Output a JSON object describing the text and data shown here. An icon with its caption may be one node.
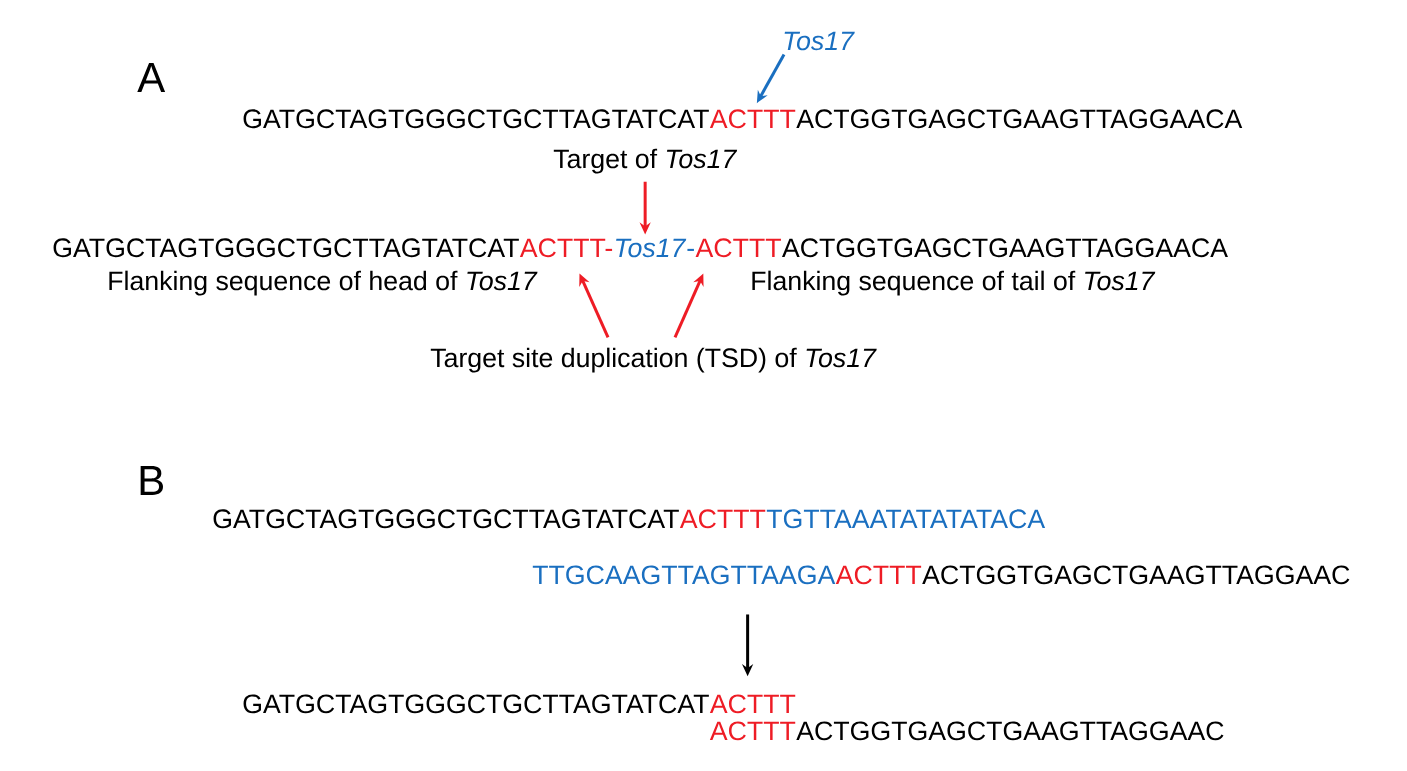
{
  "diagram": {
    "nodes": [
      {
        "text": [
          "Tos17"
        ]
      },
      {
        "text": [
          "GATGCTAGTGGGCTGCTTAGTATCAT"
        ]
      },
      {
        "text": [
          "ACTTT"
        ]
      },
      {
        "text": [
          "ACTGGTGAGCTGAAGTTAGGAACA"
        ]
      },
      {
        "text": [
          "Target of *Tos17*"
        ]
      },
      {
        "text": [
          "GATGCTAGTGGGCTGCTTAGTATCAT"
        ]
      },
      {
        "text": [
          "ACTTT-"
        ]
      },
      {
        "text": [
          "*Tos17*-"
        ]
      },
      {
        "text": [
          "ACTTT"
        ]
      },
      {
        "text": [
          "ACTGGTGAGCTGAAGTTAGGAACA"
        ]
      },
      {
        "text": [
          "Flanking sequence of head of *Tos17*"
        ]
      },
      {
        "text": [
          "Flanking sequence of tail of *Tos17*"
        ]
      },
      {
        "text": [
          "Target site duplication (TSD) of *Tos17*"
        ]
      },
      {
        "text": [
          "GATGCTAGTGGGCTGCTTAGTATCAT"
        ]
      },
      {
        "text": [
          "ACTTT"
        ]
      },
      {
        "text": [
          "TGTTAAATATATATACA"
        ]
      },
      {
        "text": [
          "TTGCAAGTTAGTTAAGA"
        ]
      },
      {
        "text": [
          "ACTTT"
        ]
      },
      {
        "text": [
          "ACTGGTGAGCTGAAGTTAGGAAC"
        ]
      },
      {
        "text": [
          "GATGCTAGTGGGCTGCTTAGTATCAT"
        ]
      },
      {
        "text": [
          "ACTTT"
        ]
      },
      {
        "text": [
          "ACTTT"
        ]
      },
      {
        "text": [
          "ACTGGTGAGCTGAAGTTAGGAAC"
        ]
      }
    ],
    "edges": [
      {
        "from": 0,
        "to": 2,
        "arrow": "to",
        "color": "#1a6fc0"
      },
      {
        "from": 4,
        "to": 7,
        "arrow": "to",
        "color": "#ee1c25"
      },
      {
        "from": 12,
        "to": 6,
        "arrow": "to",
        "color": "#ee1c25"
      },
      {
        "from": 12,
        "to": 8,
        "arrow": "to",
        "color": "#ee1c25"
      },
      {
        "from": 16,
        "to": 20,
        "arrow": "to",
        "color": "#000000"
      }
    ],
    "labels": [
      "A",
      "B"
    ]
  }
}
